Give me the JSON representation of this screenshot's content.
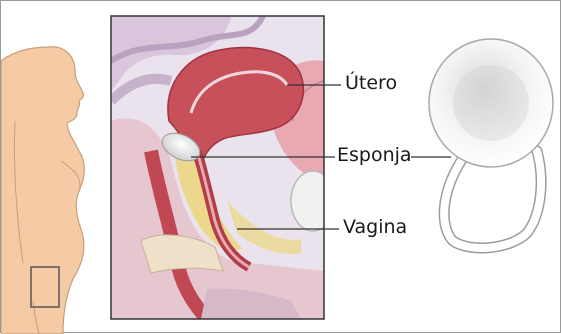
{
  "labels": {
    "uterus": "Útero",
    "sponge": "Esponja",
    "vagina": "Vagina"
  },
  "colors": {
    "skin": "#f5cba6",
    "skin_outline": "#c79f7d",
    "muscle": "#c8505a",
    "tissue_pink": "#e8a9b2",
    "fat_yellow": "#ecd88c",
    "sponge": "#f2f2f2",
    "panel_border": "#333333"
  }
}
